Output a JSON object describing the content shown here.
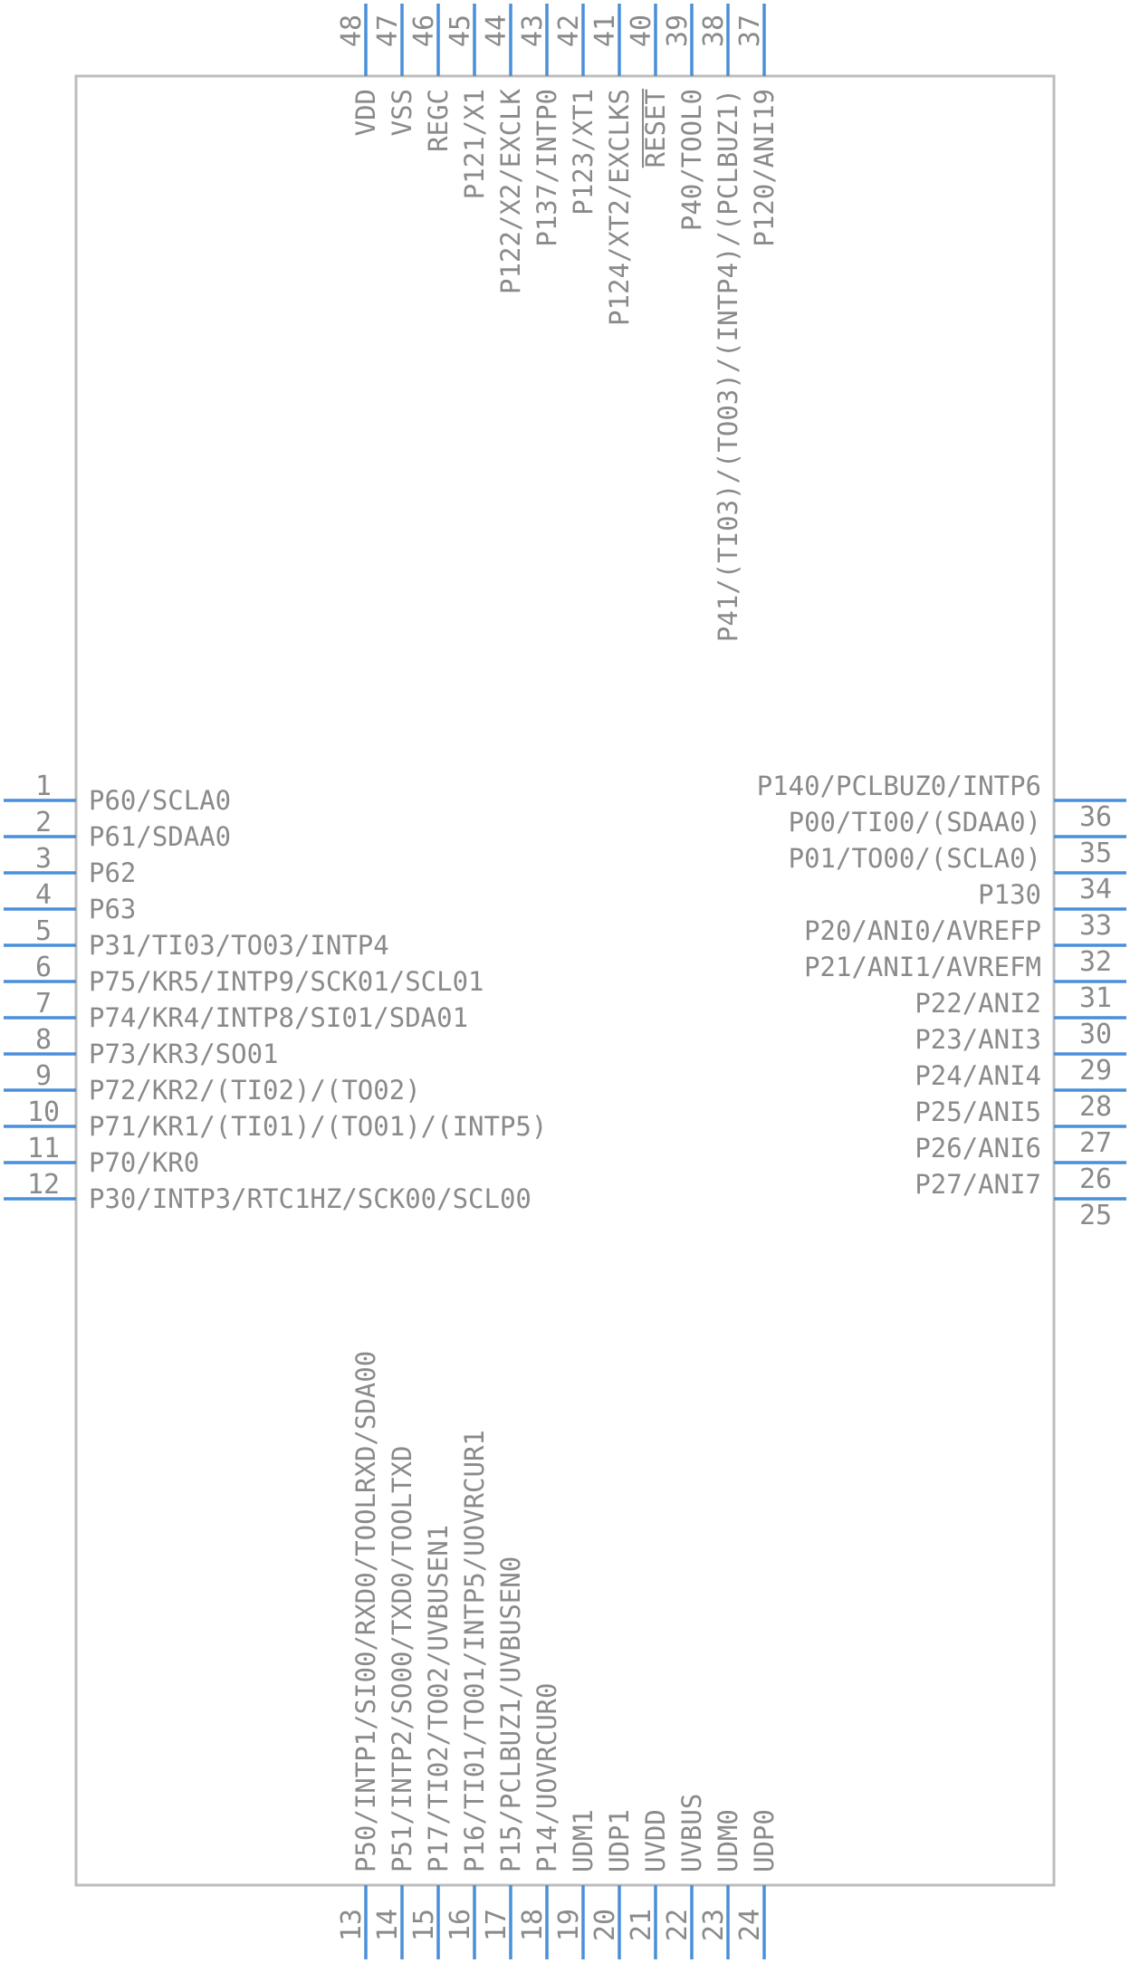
{
  "component": {
    "body_stroke": "#bdbdbd",
    "pin_color": "#4a8fd9",
    "text_color": "#8a8a8a"
  },
  "pins": {
    "left": [
      {
        "number": "1",
        "name": "P60/SCLA0"
      },
      {
        "number": "2",
        "name": "P61/SDAA0"
      },
      {
        "number": "3",
        "name": "P62"
      },
      {
        "number": "4",
        "name": "P63"
      },
      {
        "number": "5",
        "name": "P31/TI03/TO03/INTP4"
      },
      {
        "number": "6",
        "name": "P75/KR5/INTP9/SCK01/SCL01"
      },
      {
        "number": "7",
        "name": "P74/KR4/INTP8/SI01/SDA01"
      },
      {
        "number": "8",
        "name": "P73/KR3/SO01"
      },
      {
        "number": "9",
        "name": "P72/KR2/(TI02)/(TO02)"
      },
      {
        "number": "10",
        "name": "P71/KR1/(TI01)/(TO01)/(INTP5)"
      },
      {
        "number": "11",
        "name": "P70/KR0"
      },
      {
        "number": "12",
        "name": "P30/INTP3/RTC1HZ/SCK00/SCL00"
      }
    ],
    "bottom": [
      {
        "number": "13",
        "name": "P50/INTP1/SI00/RXD0/TOOLRXD/SDA00"
      },
      {
        "number": "14",
        "name": "P51/INTP2/SO00/TXD0/TOOLTXD"
      },
      {
        "number": "15",
        "name": "P17/TI02/TO02/UVBUSEN1"
      },
      {
        "number": "16",
        "name": "P16/TI01/TO01/INTP5/UOVRCUR1"
      },
      {
        "number": "17",
        "name": "P15/PCLBUZ1/UVBUSEN0"
      },
      {
        "number": "18",
        "name": "P14/UOVRCUR0"
      },
      {
        "number": "19",
        "name": "UDM1"
      },
      {
        "number": "20",
        "name": "UDP1"
      },
      {
        "number": "21",
        "name": "UVDD"
      },
      {
        "number": "22",
        "name": "UVBUS"
      },
      {
        "number": "23",
        "name": "UDM0"
      },
      {
        "number": "24",
        "name": "UDP0"
      }
    ],
    "right": [
      {
        "number": "25",
        "name": "P27/ANI7"
      },
      {
        "number": "26",
        "name": "P26/ANI6"
      },
      {
        "number": "27",
        "name": "P25/ANI5"
      },
      {
        "number": "28",
        "name": "P24/ANI4"
      },
      {
        "number": "29",
        "name": "P23/ANI3"
      },
      {
        "number": "30",
        "name": "P22/ANI2"
      },
      {
        "number": "31",
        "name": "P21/ANI1/AVREFM"
      },
      {
        "number": "32",
        "name": "P20/ANI0/AVREFP"
      },
      {
        "number": "33",
        "name": "P130"
      },
      {
        "number": "34",
        "name": "P01/TO00/(SCLA0)"
      },
      {
        "number": "35",
        "name": "P00/TI00/(SDAA0)"
      },
      {
        "number": "36",
        "name": "P140/PCLBUZ0/INTP6"
      }
    ],
    "top": [
      {
        "number": "37",
        "name": "P120/ANI19"
      },
      {
        "number": "38",
        "name": "P41/(TI03)/(TO03)/(INTP4)/(PCLBUZ1)"
      },
      {
        "number": "39",
        "name": "P40/TOOL0"
      },
      {
        "number": "40",
        "name": "RESET",
        "overbar": true
      },
      {
        "number": "41",
        "name": "P124/XT2/EXCLKS"
      },
      {
        "number": "42",
        "name": "P123/XT1"
      },
      {
        "number": "43",
        "name": "P137/INTP0"
      },
      {
        "number": "44",
        "name": "P122/X2/EXCLK"
      },
      {
        "number": "45",
        "name": "P121/X1"
      },
      {
        "number": "46",
        "name": "REGC"
      },
      {
        "number": "47",
        "name": "VSS"
      },
      {
        "number": "48",
        "name": "VDD"
      }
    ]
  }
}
